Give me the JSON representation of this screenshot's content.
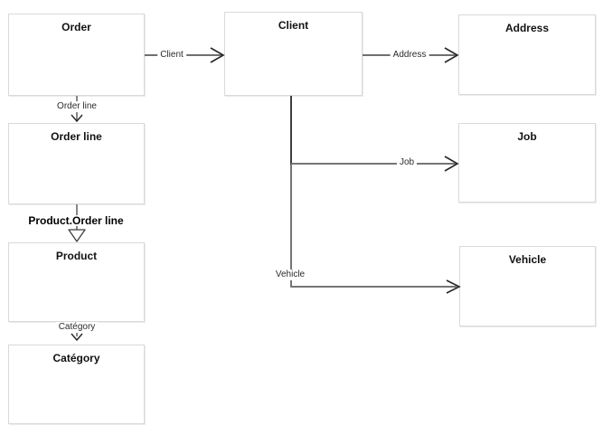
{
  "diagram": {
    "nodes": {
      "order": {
        "label": "Order"
      },
      "client": {
        "label": "Client"
      },
      "address": {
        "label": "Address"
      },
      "order_line": {
        "label": "Order line"
      },
      "job": {
        "label": "Job"
      },
      "product": {
        "label": "Product"
      },
      "vehicle": {
        "label": "Vehicle"
      },
      "category": {
        "label": "Catégory"
      }
    },
    "edges": {
      "order_client": {
        "label": "Client"
      },
      "client_address": {
        "label": "Address"
      },
      "order_orderline": {
        "label": "Order line"
      },
      "client_job": {
        "label": "Job"
      },
      "orderline_product": {
        "label": "Product.Order line"
      },
      "client_vehicle": {
        "label": "Vehicle"
      },
      "product_category": {
        "label": "Catégory"
      }
    },
    "colors": {
      "box_border": "#d9d9d9",
      "box_fill": "#ffffff",
      "line_gray": "#757575",
      "line_dark": "#3f3f3f",
      "connector_thin": "#555555",
      "arrowhead": "#262626",
      "title_text": "#111111",
      "label_text": "#2b2b2b"
    }
  }
}
